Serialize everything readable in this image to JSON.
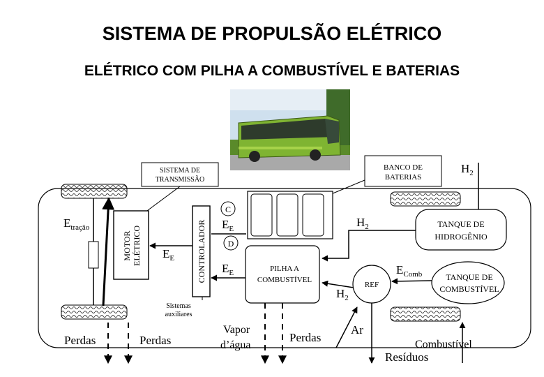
{
  "title": "SISTEMA DE PROPULSÃO ELÉTRICO",
  "subtitle": "ELÉTRICO COM PILHA A COMBUSTÍVEL E BATERIAS",
  "labels": {
    "sistema_transmissao_1": "SISTEMA DE",
    "sistema_transmissao_2": "TRANSMISSÃO",
    "banco_baterias_1": "BANCO DE",
    "banco_baterias_2": "BATERIAS",
    "h2_top": "H",
    "h2_top_sub": "2",
    "h2_mid": "H",
    "h2_mid_sub": "2",
    "h2_low": "H",
    "h2_low_sub": "2",
    "etracao": "E",
    "etracao_sub": "tração",
    "motor_1": "MOTOR",
    "motor_2": "ELÉTRICO",
    "ee_motor": "E",
    "ee_motor_sub": "E",
    "controlador": "CONTROLADOR",
    "c": "C",
    "d": "D",
    "ee_battery": "E",
    "ee_battery_sub": "E",
    "ee_fc": "E",
    "ee_fc_sub": "E",
    "pilha_1": "PILHA A",
    "pilha_2": "COMBUSTÍVEL",
    "tanque_h_1": "TANQUE DE",
    "tanque_h_2": "HIDROGÊNIO",
    "ref": "REF",
    "ecomb": "E",
    "ecomb_sub": "Comb",
    "tanque_c_1": "TANQUE DE",
    "tanque_c_2": "COMBUSTÍVEL",
    "sistemas_aux_1": "Sistemas",
    "sistemas_aux_2": "auxiliares",
    "perdas_1": "Perdas",
    "perdas_2": "Perdas",
    "vapor_1": "Vapor",
    "vapor_2": "d’água",
    "perdas_3": "Perdas",
    "ar": "Ar",
    "combustivel": "Combustível",
    "residuos": "Resíduos"
  },
  "colors": {
    "bus_body": "#7fb432",
    "sky": "#cfe0ee",
    "grass": "#5a8a2a",
    "lines": "#000000"
  }
}
